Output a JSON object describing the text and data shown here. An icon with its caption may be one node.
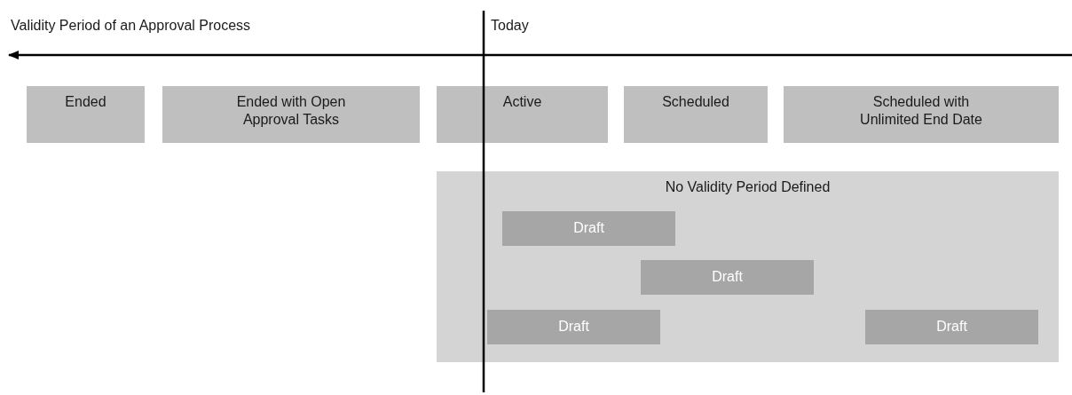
{
  "diagram": {
    "title": "Validity Period of an Approval Process",
    "nodes": [
      {
        "text": [
          "Ended"
        ]
      },
      {
        "text": [
          "Ended with Open Approval Tasks"
        ]
      },
      {
        "text": [
          "Active"
        ]
      },
      {
        "text": [
          "Scheduled"
        ]
      },
      {
        "text": [
          "Scheduled with Unlimited End Date"
        ]
      },
      {
        "text": [
          "No Validity Period Defined"
        ]
      },
      {
        "text": [
          "Draft"
        ],
        "in": 5
      },
      {
        "text": [
          "Draft"
        ],
        "in": 5
      },
      {
        "text": [
          "Draft"
        ],
        "in": 5
      },
      {
        "text": [
          "Draft"
        ],
        "in": 5
      }
    ],
    "edges": [],
    "labels": [
      "Today"
    ]
  }
}
